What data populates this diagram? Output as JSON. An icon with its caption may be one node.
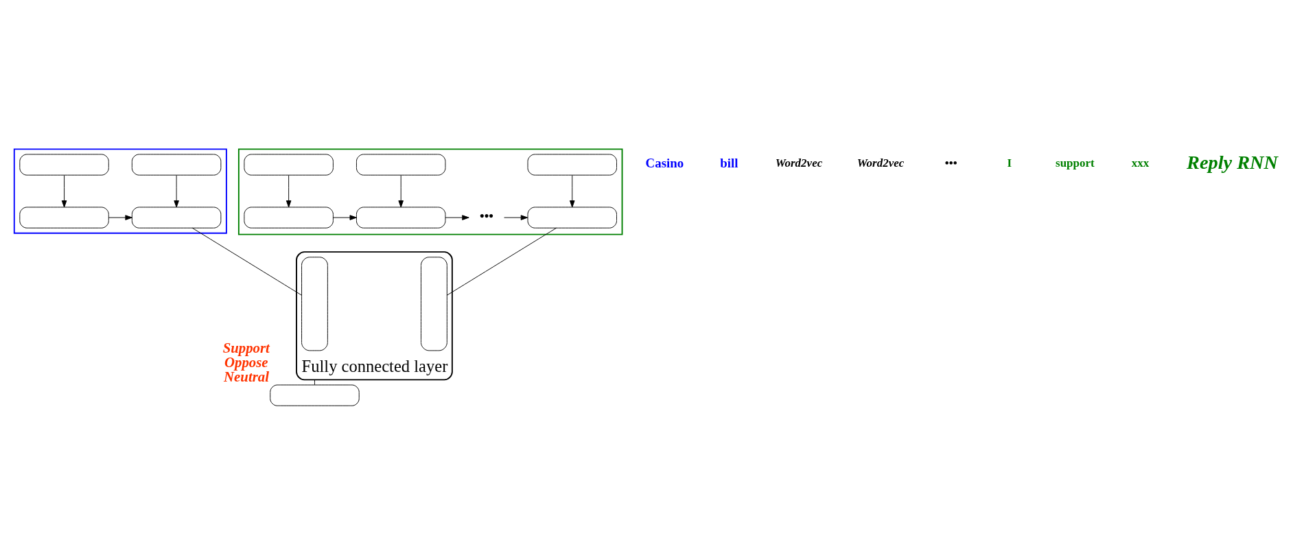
{
  "diagram": {
    "nodes": [
      {
        "text": [],
        "shape": "box"
      },
      {
        "text": [],
        "shape": "box",
        "in": 0
      },
      {
        "text": [],
        "shape": "box",
        "in": 0
      },
      {
        "text": [],
        "shape": "box",
        "in": 0
      },
      {
        "text": [],
        "shape": "box",
        "in": 0
      },
      {
        "text": [],
        "shape": "box"
      },
      {
        "text": [],
        "shape": "box",
        "in": 5
      },
      {
        "text": [],
        "shape": "box",
        "in": 5
      },
      {
        "text": [
          "•••"
        ],
        "in": 5
      },
      {
        "text": [],
        "shape": "box",
        "in": 5
      },
      {
        "text": [],
        "shape": "box",
        "in": 5
      },
      {
        "text": [],
        "shape": "box",
        "in": 5
      },
      {
        "text": [],
        "shape": "box",
        "in": 5
      },
      {
        "text": [],
        "shape": "bar",
        "beside": [
          "Fully connected layer"
        ]
      },
      {
        "text": [],
        "shape": "bar",
        "in": 13
      },
      {
        "text": [],
        "shape": "bar",
        "in": 13
      },
      {
        "text": [],
        "shape": "box",
        "beside": [
          "Support",
          "Oppose",
          "Neutral"
        ]
      }
    ],
    "edges": [
      {
        "from": 1,
        "to": 3,
        "arrow": "to"
      },
      {
        "from": 2,
        "to": 4,
        "arrow": "to"
      },
      {
        "from": 3,
        "to": 4,
        "arrow": "to"
      },
      {
        "from": 10,
        "to": 6,
        "arrow": "to"
      },
      {
        "from": 11,
        "to": 7,
        "arrow": "to"
      },
      {
        "from": 12,
        "to": 9,
        "arrow": "to"
      },
      {
        "from": 6,
        "to": 7,
        "arrow": "to"
      },
      {
        "from": 7,
        "to": 8,
        "arrow": "to"
      },
      {
        "from": 8,
        "to": 9,
        "arrow": "to"
      },
      {
        "from": 4,
        "to": 14,
        "arrow": "none"
      },
      {
        "from": 9,
        "to": 15,
        "arrow": "none"
      },
      {
        "from": 13,
        "to": 16,
        "arrow": "none"
      }
    ],
    "labels": [
      "Casino",
      "bill",
      "Word2vec",
      "Word2vec",
      "•••",
      "I",
      "support",
      "xxx",
      "Reply RNN"
    ]
  }
}
